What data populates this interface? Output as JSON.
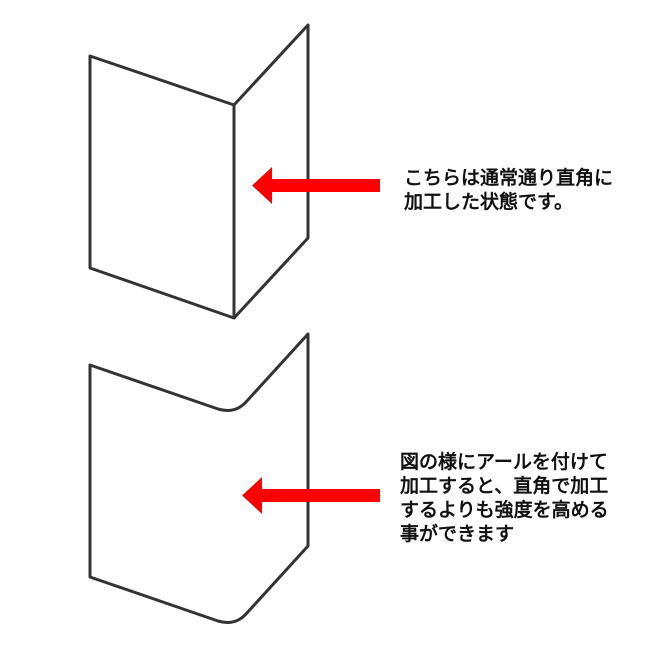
{
  "colors": {
    "outline": "#333333",
    "arrow": "#ff0000"
  },
  "captions": {
    "right_angle": [
      "こちらは通常通り直角に",
      "加工した状態です。"
    ],
    "rounded": [
      "図の様にアールを付けて",
      "加工すると、直角で加工",
      "するよりも強度を高める",
      "事ができます"
    ]
  }
}
